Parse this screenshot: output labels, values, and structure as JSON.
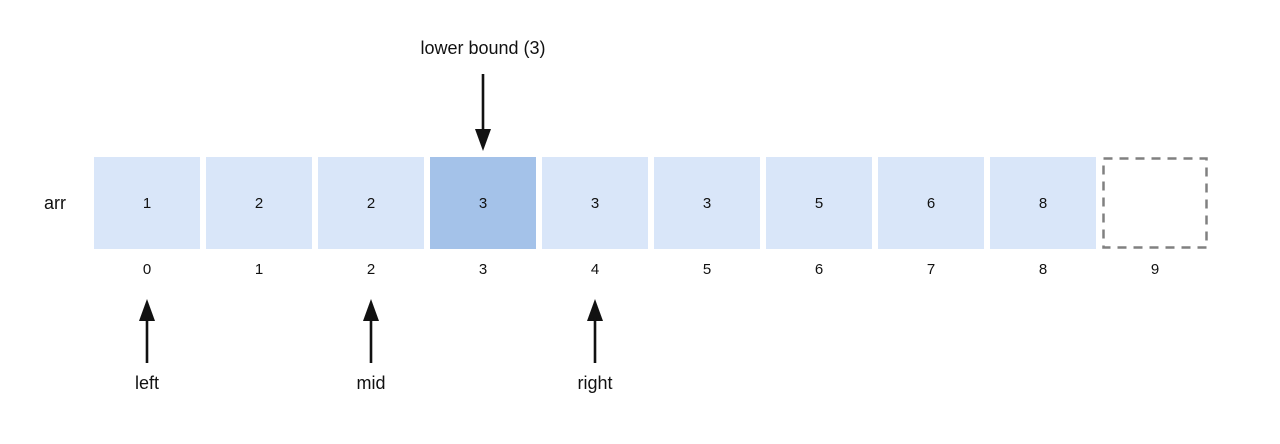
{
  "figure": {
    "array_label": "arr",
    "cells": [
      {
        "value": "1",
        "index": "0",
        "state": "normal"
      },
      {
        "value": "2",
        "index": "1",
        "state": "normal"
      },
      {
        "value": "2",
        "index": "2",
        "state": "normal"
      },
      {
        "value": "3",
        "index": "3",
        "state": "highlighted"
      },
      {
        "value": "3",
        "index": "4",
        "state": "normal"
      },
      {
        "value": "3",
        "index": "5",
        "state": "normal"
      },
      {
        "value": "5",
        "index": "6",
        "state": "normal"
      },
      {
        "value": "6",
        "index": "7",
        "state": "normal"
      },
      {
        "value": "8",
        "index": "8",
        "state": "normal"
      },
      {
        "value": "",
        "index": "9",
        "state": "empty-dashed"
      }
    ],
    "pointers": {
      "top": {
        "label": "lower bound (3)",
        "cell_index": 3
      },
      "bottom": [
        {
          "label": "left",
          "cell_index": 0
        },
        {
          "label": "mid",
          "cell_index": 2
        },
        {
          "label": "right",
          "cell_index": 4
        }
      ]
    }
  },
  "colors": {
    "bg": "#ffffff",
    "ink": "#111111",
    "cell-fill": "#d9e6f9",
    "cell-highlight": "#a4c2e9",
    "dash": "#808080"
  }
}
